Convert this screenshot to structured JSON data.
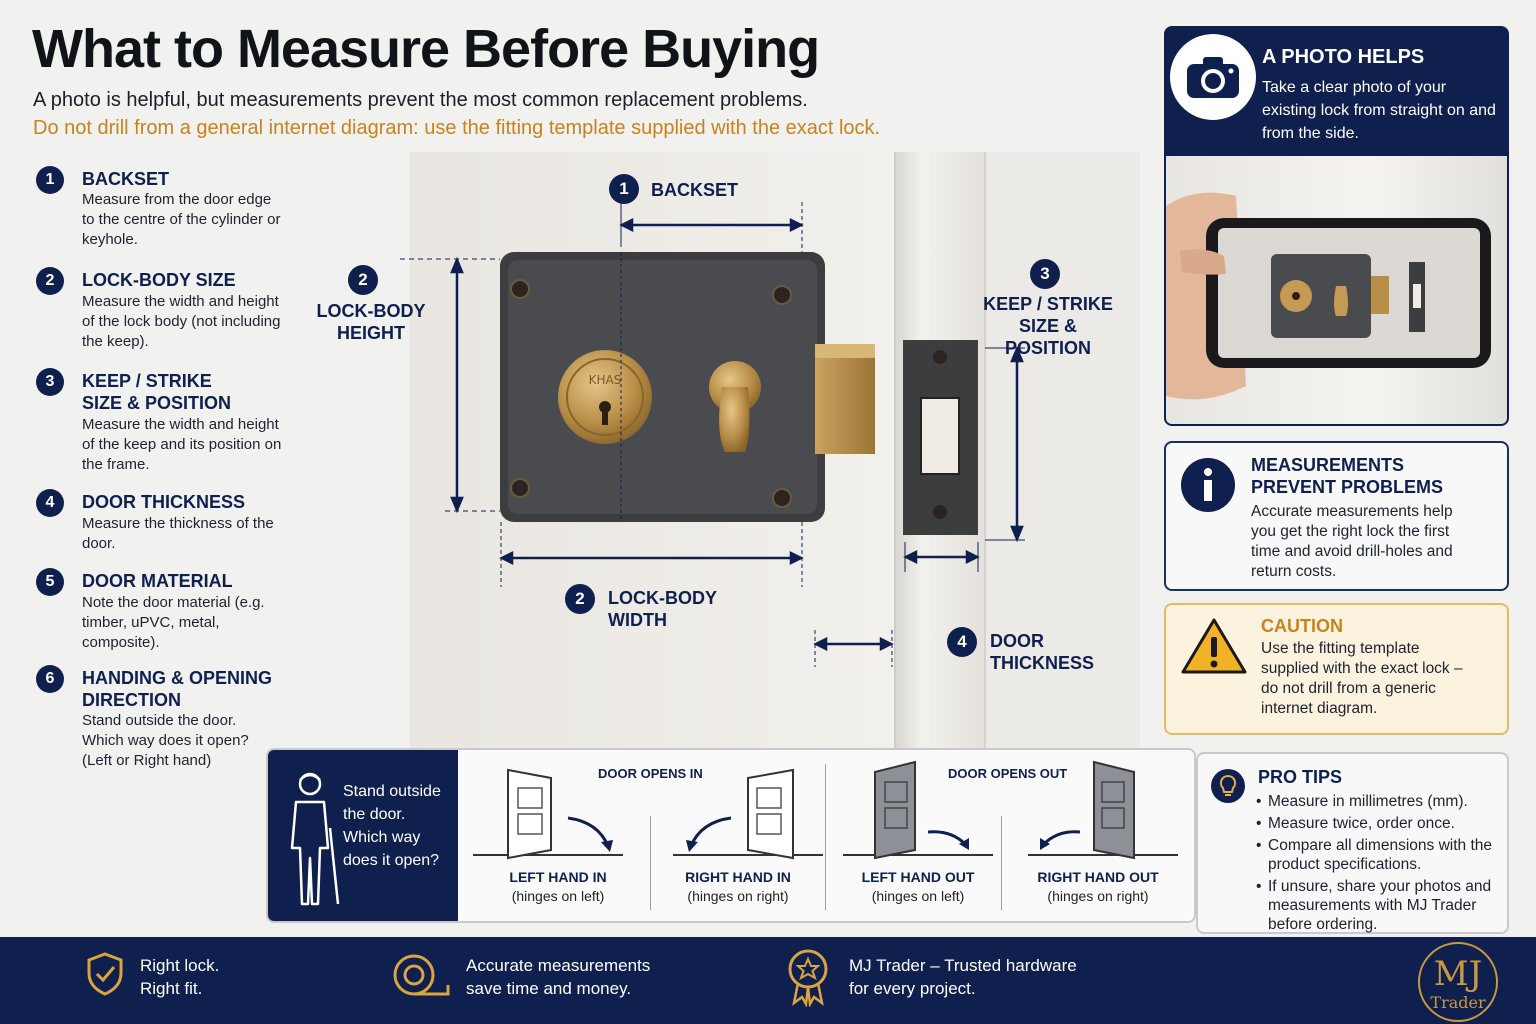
{
  "header": {
    "title": "What to Measure Before Buying",
    "subtitle": "A photo is helpful, but measurements prevent the most common replacement problems.",
    "warning": "Do not drill from a general internet diagram: use the fitting template supplied with the exact lock."
  },
  "steps": [
    {
      "num": "1",
      "title": "BACKSET",
      "desc": "Measure from the door edge to the centre of the cylinder or keyhole."
    },
    {
      "num": "2",
      "title": "LOCK-BODY SIZE",
      "desc": "Measure the width and height of the lock body (not including the keep)."
    },
    {
      "num": "3",
      "title": "KEEP / STRIKE SIZE & POSITION",
      "desc": "Measure the width and height of the keep and its position on the frame."
    },
    {
      "num": "4",
      "title": "DOOR THICKNESS",
      "desc": "Measure the thickness of the door."
    },
    {
      "num": "5",
      "title": "DOOR MATERIAL",
      "desc": "Note the door material (e.g. timber, uPVC, metal, composite)."
    },
    {
      "num": "6",
      "title": "HANDING & OPENING DIRECTION",
      "desc": "Stand outside the door. Which way does it open? (Left or Right hand)"
    }
  ],
  "diagram": {
    "backset": {
      "num": "1",
      "label": "BACKSET"
    },
    "height": {
      "num": "2",
      "label": "LOCK-BODY HEIGHT"
    },
    "width": {
      "num": "2",
      "label": "LOCK-BODY WIDTH"
    },
    "keep": {
      "num": "3",
      "label": "KEEP / STRIKE SIZE & POSITION"
    },
    "thickness": {
      "num": "4",
      "label": "DOOR THICKNESS"
    },
    "cylinder_brand": "KHAS"
  },
  "photo_panel": {
    "title": "A PHOTO HELPS",
    "body": "Take a clear photo of your existing lock from straight on and from the side."
  },
  "info_panel": {
    "title": "MEASUREMENTS PREVENT PROBLEMS",
    "body": "Accurate measurements help you get the right lock the first time and avoid drill-holes and return costs."
  },
  "caution_panel": {
    "title": "CAUTION",
    "body": "Use the fitting template supplied with the exact lock – do not drill from a generic internet diagram."
  },
  "tips_panel": {
    "title": "PRO TIPS",
    "tips": [
      "Measure in millimetres (mm).",
      "Measure twice, order once.",
      "Compare all dimensions with the product specifications.",
      "If unsure, share your photos and measurements with MJ Trader before ordering."
    ]
  },
  "handing": {
    "stand_text": "Stand outside the door. Which way does it open?",
    "opens_in": "DOOR OPENS IN",
    "opens_out": "DOOR OPENS OUT",
    "doors": [
      {
        "label": "LEFT HAND IN",
        "sub": "(hinges on left)"
      },
      {
        "label": "RIGHT HAND IN",
        "sub": "(hinges on right)"
      },
      {
        "label": "LEFT HAND OUT",
        "sub": "(hinges on left)"
      },
      {
        "label": "RIGHT HAND OUT",
        "sub": "(hinges on right)"
      }
    ]
  },
  "footer": {
    "item1": "Right lock. Right fit.",
    "item2": "Accurate measurements save time and money.",
    "item3": "MJ Trader – Trusted hardware for every project.",
    "logo_main": "MJ",
    "logo_sub": "Trader"
  },
  "colors": {
    "navy": "#0f1f4e",
    "accent_gold": "#c9993f",
    "warning_orange": "#c9821d",
    "caution_bg": "#fcf3df"
  },
  "icons": [
    "camera-icon",
    "info-icon",
    "warning-icon",
    "lightbulb-icon",
    "person-icon",
    "shield-check-icon",
    "tape-measure-icon",
    "award-icon"
  ]
}
